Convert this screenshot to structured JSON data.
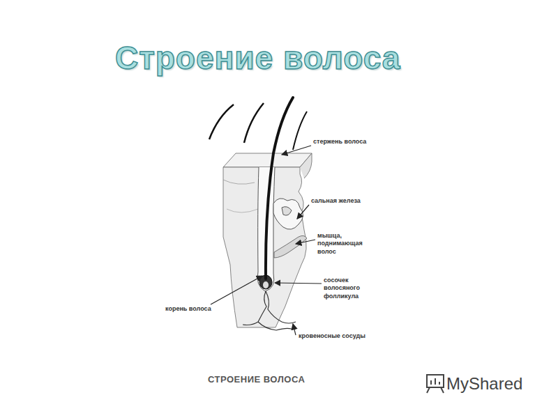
{
  "diagram": {
    "title": "Строение волоса",
    "caption": "СТРОЕНИЕ ВОЛОСА",
    "labels": [
      "стержень волоса",
      "сальная железа",
      "мышца, поднимающая волос",
      "сосочек волосяного фолликула",
      "корень волоса",
      "кровеносные сосуды",
      "MyShared"
    ]
  }
}
